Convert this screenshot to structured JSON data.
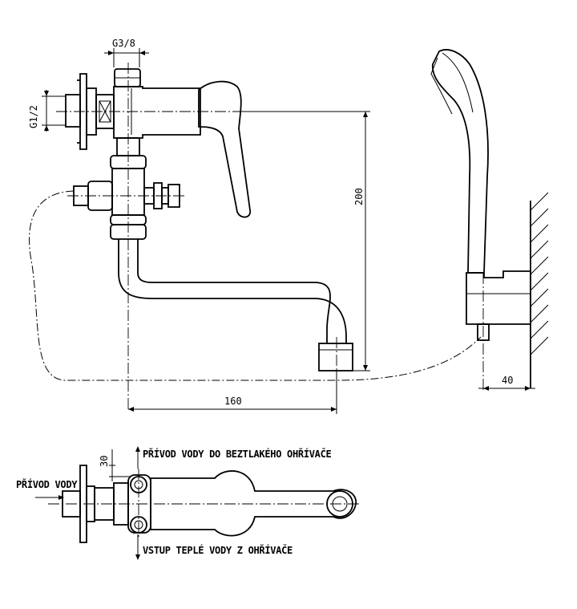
{
  "dimensions": {
    "thread_top": "G3/8",
    "thread_side": "G1/2",
    "height": "200",
    "reach": "160",
    "wall_offset": "40",
    "plan_offset": "30"
  },
  "labels": {
    "outlet_to_heater": "PŘÍVOD VODY DO BEZTLAKÉHO OHŘÍVAČE",
    "inlet_from_heater": "VSTUP TEPLÉ VODY Z OHŘÍVAČE",
    "water_supply": "PŘÍVOD VODY"
  }
}
